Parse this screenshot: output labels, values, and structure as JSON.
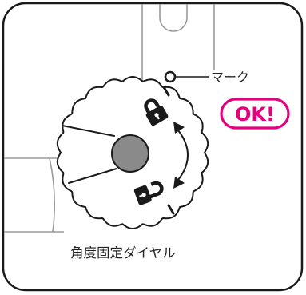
{
  "marker": {
    "label": "マーク"
  },
  "badge": {
    "label": "OK!"
  },
  "caption": {
    "label": "角度固定ダイヤル"
  },
  "colors": {
    "accent": "#e4007f",
    "line": "#9a9a9a",
    "ink": "#1a1a1a",
    "knob": "#8a8a8a"
  },
  "icons": {
    "locked": "lock-closed-icon",
    "unlocked": "lock-open-icon",
    "rotation": "double-arrow-icon"
  }
}
